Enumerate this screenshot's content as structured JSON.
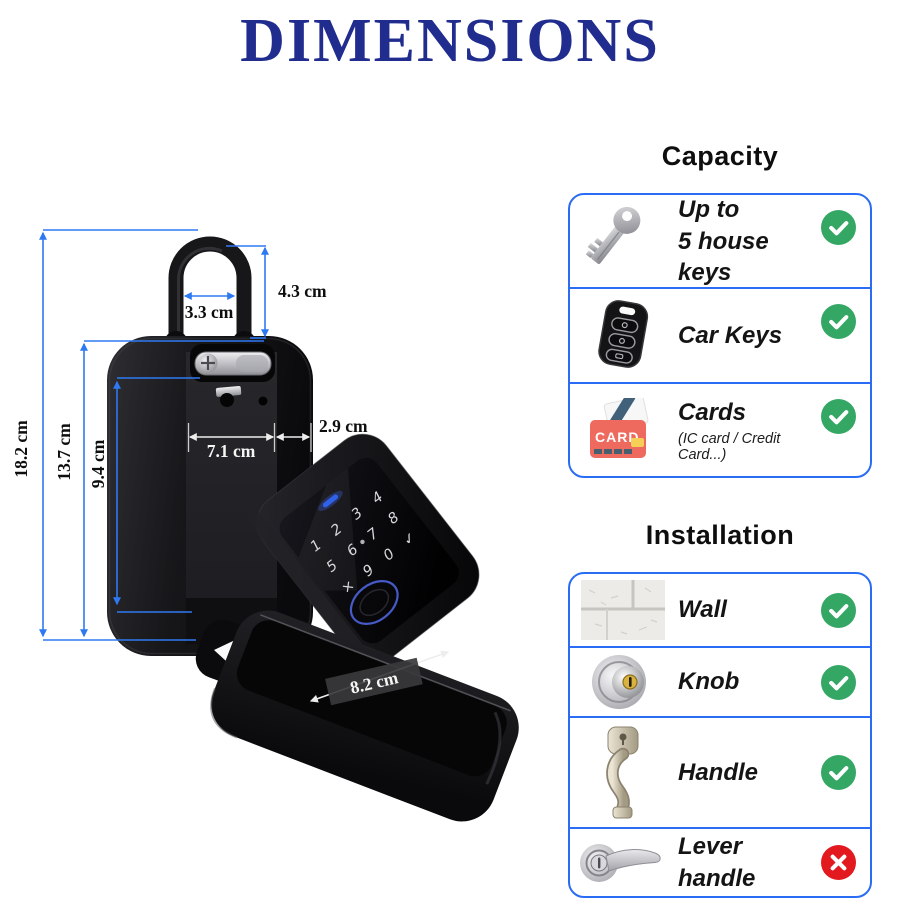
{
  "title": "DIMENSIONS",
  "dimensions": {
    "total_height": "18.2 cm",
    "body_height": "13.7 cm",
    "inner_height": "9.4 cm",
    "shackle_inner_width": "3.3 cm",
    "shackle_height": "4.3 cm",
    "body_width": "7.1 cm",
    "body_depth": "2.9 cm",
    "tray_width": "8.2 cm"
  },
  "keypad": {
    "keys": [
      "1",
      "2",
      "3",
      "4",
      "5",
      "6",
      "7",
      "8",
      "×",
      "9",
      "0",
      "✓"
    ]
  },
  "capacity": {
    "heading": "Capacity",
    "items": [
      {
        "icon": "house-key-icon",
        "label": "Up to",
        "label2": "5 house keys",
        "status": "yes"
      },
      {
        "icon": "car-key-icon",
        "label": "Car Keys",
        "status": "yes"
      },
      {
        "icon": "card-icon",
        "icon_text": "CARD",
        "label": "Cards",
        "sublabel": "(IC card / Credit Card...)",
        "status": "yes"
      }
    ]
  },
  "installation": {
    "heading": "Installation",
    "items": [
      {
        "icon": "wall-icon",
        "label": "Wall",
        "status": "yes"
      },
      {
        "icon": "knob-icon",
        "label": "Knob",
        "status": "yes"
      },
      {
        "icon": "handle-icon",
        "label": "Handle",
        "status": "yes"
      },
      {
        "icon": "lever-handle-icon",
        "label": "Lever handle",
        "status": "no"
      }
    ]
  },
  "colors": {
    "title_navy": "#202c8e",
    "panel_border_blue": "#2a6cf4",
    "dimension_arrow_blue": "#2e79f2",
    "check_green": "#35a765",
    "cross_red": "#e2191f",
    "card_icon_red": "#ee6a5f"
  }
}
